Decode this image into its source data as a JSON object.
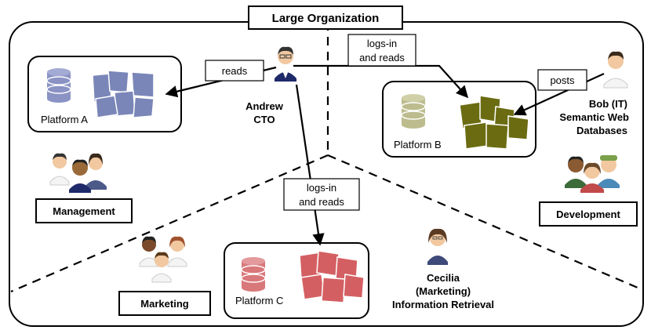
{
  "title": "Large Organization",
  "platforms": {
    "a": {
      "label": "Platform A",
      "color": "#7a86b8",
      "db_color": "#8a93c4"
    },
    "b": {
      "label": "Platform B",
      "color": "#6b6b12",
      "db_color": "#bcbc8e"
    },
    "c": {
      "label": "Platform C",
      "color": "#d45f62",
      "db_color": "#d9787b"
    }
  },
  "arrows": {
    "reads": "reads",
    "logs_in_1": "logs-in",
    "and_reads_1": "and reads",
    "posts": "posts",
    "logs_in_2": "logs-in",
    "and_reads_2": "and reads"
  },
  "people": {
    "andrew": {
      "line1": "Andrew",
      "line2": "CTO"
    },
    "bob": {
      "line1": "Bob (IT)",
      "line2": "Semantic Web",
      "line3": "Databases"
    },
    "cecilia": {
      "line1": "Cecilia",
      "line2": "(Marketing)",
      "line3": "Information Retrieval"
    }
  },
  "groups": {
    "management": "Management",
    "development": "Development",
    "marketing": "Marketing"
  }
}
